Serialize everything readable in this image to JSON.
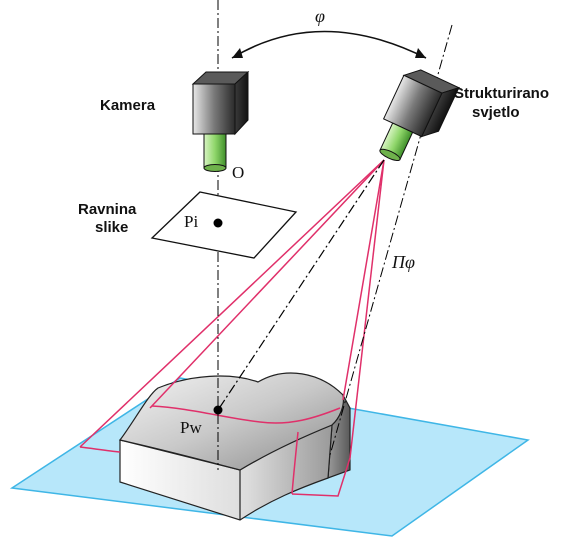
{
  "labels": {
    "camera": "Kamera",
    "structured_light_line1": "Strukturirano",
    "structured_light_line2": "svjetlo",
    "image_plane_line1": "Ravnina",
    "image_plane_line2": "slike",
    "optical_center": "O",
    "image_point": "Pi",
    "world_point": "Pw",
    "angle": "φ",
    "light_plane": "Πφ"
  },
  "colors": {
    "ground_plane": "#b7e7fa",
    "ground_edge": "#3fb6e6",
    "light_ray": "#e0306a",
    "lens": "#8fd66a"
  }
}
